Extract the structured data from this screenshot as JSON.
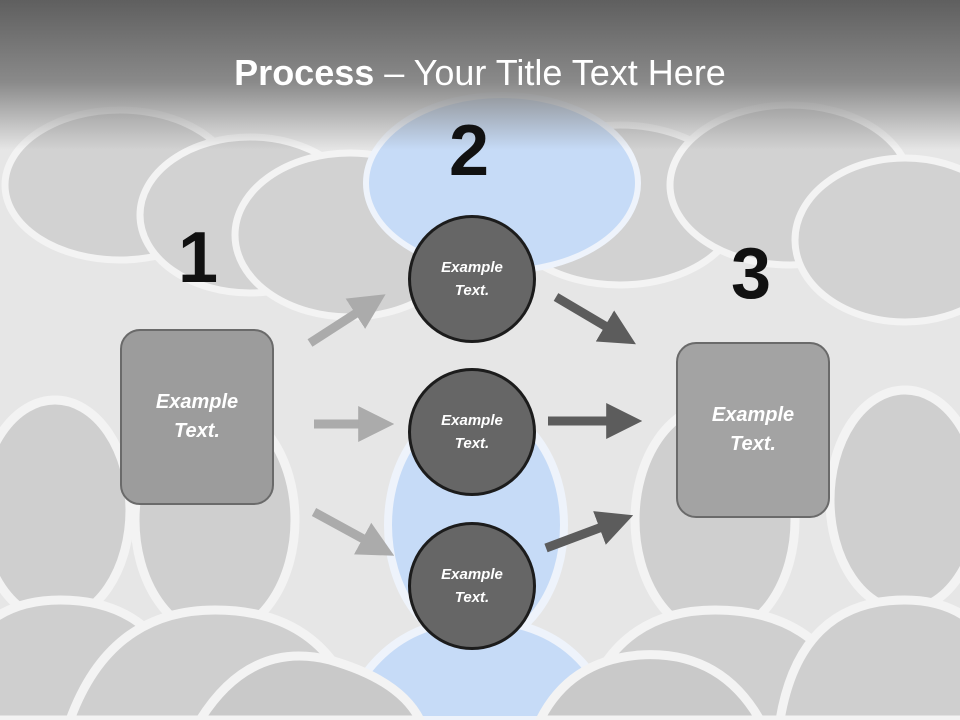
{
  "title": {
    "bold": "Process",
    "dash": " – ",
    "rest": "Your Title Text Here"
  },
  "steps": [
    {
      "number": "1",
      "box": [
        "Example",
        "Text."
      ]
    },
    {
      "number": "2",
      "circles": [
        [
          "Example",
          "Text."
        ],
        [
          "Example",
          "Text."
        ],
        [
          "Example",
          "Text."
        ]
      ]
    },
    {
      "number": "3",
      "box": [
        "Example",
        "Text."
      ]
    }
  ],
  "colors": {
    "accent_blue": "#c6dbf7",
    "circle_fill": "#666666",
    "box_fill_left": "#9c9c9c",
    "box_fill_right": "#a3a3a3",
    "arrow_light": "#ababab",
    "arrow_dark": "#5c5c5c"
  }
}
